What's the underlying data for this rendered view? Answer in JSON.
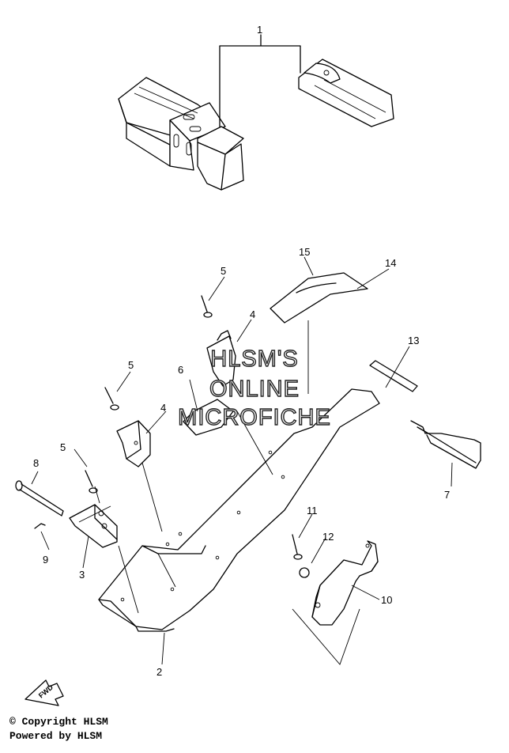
{
  "callouts": [
    "1",
    "2",
    "3",
    "4",
    "4",
    "5",
    "5",
    "5",
    "6",
    "7",
    "8",
    "9",
    "10",
    "11",
    "12",
    "13",
    "14",
    "15"
  ],
  "watermark": {
    "line1": "HLSM'S",
    "line2": "ONLINE",
    "line3": "MICROFICHE"
  },
  "fwd_label": "FWD",
  "footer": {
    "copyright": "© Copyright HLSM",
    "powered": "Powered by HLSM"
  }
}
